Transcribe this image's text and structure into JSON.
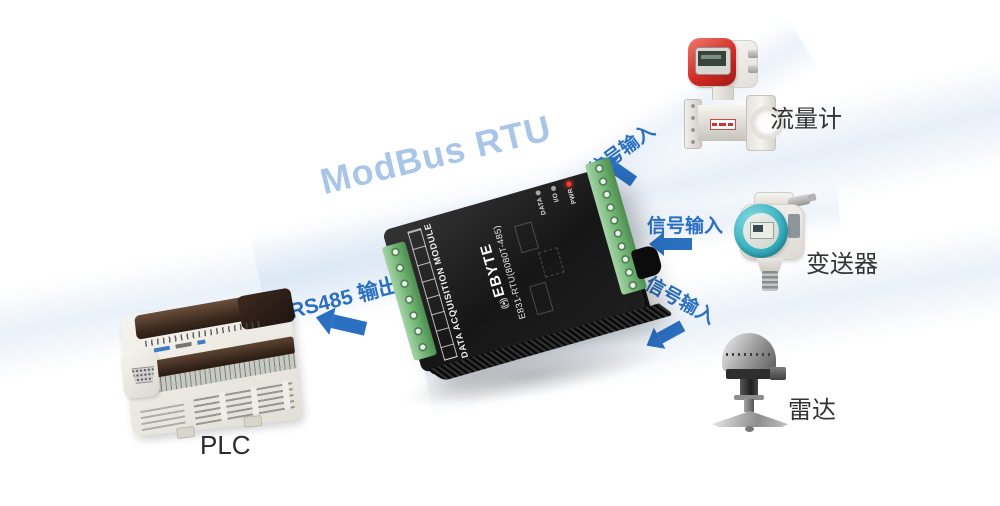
{
  "watermark": "ModBus RTU",
  "arrows": {
    "signal_inputs": [
      {
        "label": "信号输入",
        "direction": "down-left"
      },
      {
        "label": "信号输入",
        "direction": "left"
      },
      {
        "label": "信号输入",
        "direction": "up-left"
      }
    ],
    "rs485_output": {
      "label": "RS485 输出",
      "direction": "down-left"
    }
  },
  "devices": {
    "flow_meter": {
      "label": "流量计"
    },
    "transmitter": {
      "label": "变送器"
    },
    "radar": {
      "label": "雷达"
    },
    "plc": {
      "label": "PLC"
    }
  },
  "module": {
    "title": "DATA ACQUISITION MODULE",
    "brand": "EBYTE",
    "brand_icon": "((•))",
    "model": "E831-RTU(8080T-485)",
    "leds": [
      {
        "label": "DATA",
        "color": "#a8a8a8"
      },
      {
        "label": "I/O",
        "color": "#a8a8a8"
      },
      {
        "label": "PWR",
        "color": "#ff3b30"
      }
    ]
  },
  "colors": {
    "accent_blue": "#2b6fc0",
    "watermark_blue": "#a9c6e8",
    "beam_blue": "#cddef1",
    "module_black": "#1c1c1c",
    "terminal_green": "#6fb271",
    "flow_meter_red": "#d22b24",
    "transmitter_teal": "#35aebc",
    "plc_brown": "#3a281d",
    "plc_body": "#efede7"
  }
}
